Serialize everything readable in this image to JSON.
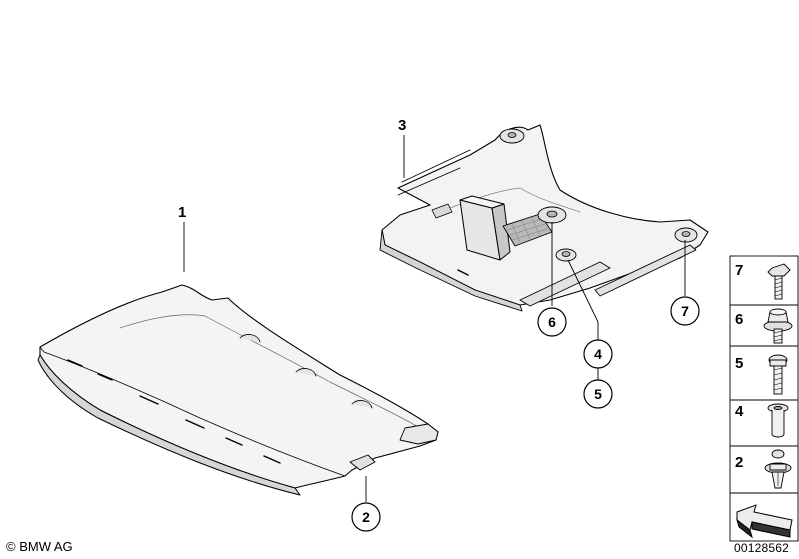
{
  "callouts": {
    "part_1": "1",
    "part_2": "2",
    "part_3": "3",
    "part_4": "4",
    "part_5": "5",
    "part_6": "6",
    "part_7": "7"
  },
  "legend": {
    "items": [
      {
        "number": "7",
        "icon": "hex-bolt-icon"
      },
      {
        "number": "6",
        "icon": "flange-bolt-icon"
      },
      {
        "number": "5",
        "icon": "screw-icon"
      },
      {
        "number": "4",
        "icon": "bushing-icon"
      },
      {
        "number": "2",
        "icon": "expanding-rivet-icon"
      }
    ],
    "footer_icon": "arrow-icon"
  },
  "footer": {
    "copyright": "© BMW AG",
    "catalog_id": "00128562"
  }
}
